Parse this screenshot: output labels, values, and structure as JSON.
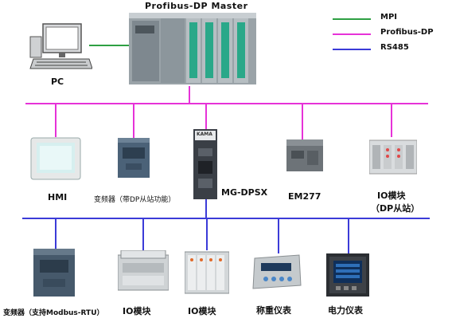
{
  "title": "Profibus-DP Master",
  "legend": [
    {
      "label": "MPI",
      "color": "#2ea043"
    },
    {
      "label": "Profibus-DP",
      "color": "#e632d8"
    },
    {
      "label": "RS485",
      "color": "#3b3bd8"
    }
  ],
  "colors": {
    "mpi": "#2ea043",
    "profibus": "#e632d8",
    "rs485": "#3b3bd8"
  },
  "nodes": {
    "pc": "PC",
    "hmi": "HMI",
    "vfd_dp": "变频器（带DP从站功能）",
    "gateway": "MG-DPSX",
    "gateway_brand": "KAMA",
    "em277": "EM277",
    "io_dp_line1": "IO模块",
    "io_dp_line2": "（DP从站）",
    "vfd_modbus": "变频器（支持Modbus-RTU）",
    "io1": "IO模块",
    "io2": "IO模块",
    "scale": "称重仪表",
    "power_meter": "电力仪表"
  },
  "icons": [
    "plc-rack-icon",
    "pc-icon",
    "hmi-panel-icon",
    "vfd-icon",
    "gateway-icon",
    "em277-module-icon",
    "io-module-icon",
    "weighing-indicator-icon",
    "power-meter-icon"
  ]
}
